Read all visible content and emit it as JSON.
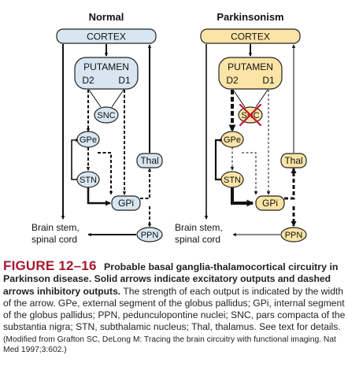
{
  "colors": {
    "normal_fill": "#d7e6f0",
    "parkinson_fill": "#fbe4a6",
    "node_stroke": "#222222",
    "lesion_x": "#c8102e",
    "figure_label": "#a6192e"
  },
  "panels": {
    "normal": {
      "title": "Normal",
      "cortex": "CORTEX",
      "putamen": "PUTAMEN",
      "d2": "D2",
      "d1": "D1",
      "snc": "SNC",
      "gpe": "GPe",
      "stn": "STN",
      "gpi": "GPi",
      "thal": "Thal",
      "ppn": "PPN",
      "brainstem_line1": "Brain stem,",
      "brainstem_line2": "spinal cord"
    },
    "parkinsonism": {
      "title": "Parkinsonism",
      "cortex": "CORTEX",
      "putamen": "PUTAMEN",
      "d2": "D2",
      "d1": "D1",
      "snc": "SNC",
      "gpe": "GPe",
      "stn": "STN",
      "gpi": "GPi",
      "thal": "Thal",
      "ppn": "PPN",
      "brainstem_line1": "Brain stem,",
      "brainstem_line2": "spinal cord"
    }
  },
  "caption": {
    "label": "FIGURE 12–16",
    "title": "Probable basal ganglia-thalamocortical circuitry in Parkinson disease.",
    "lead": "Solid arrows indicate excitatory outputs and dashed arrows inhibitory outputs.",
    "body": "The strength of each output is indicated by the width of the arrow. GPe, external segment of the globus pallidus; GPi, internal segment of the globus pallidus; PPN, pedunculopontine nuclei; SNC, pars compacta of the substantia nigra; STN, subthalamic nucleus; Thal, thalamus. See text for details.",
    "source": "(Modified from Grafton SC, DeLong M: Tracing the brain circuitry with functional imaging. Nat Med 1997;3:602.)"
  }
}
